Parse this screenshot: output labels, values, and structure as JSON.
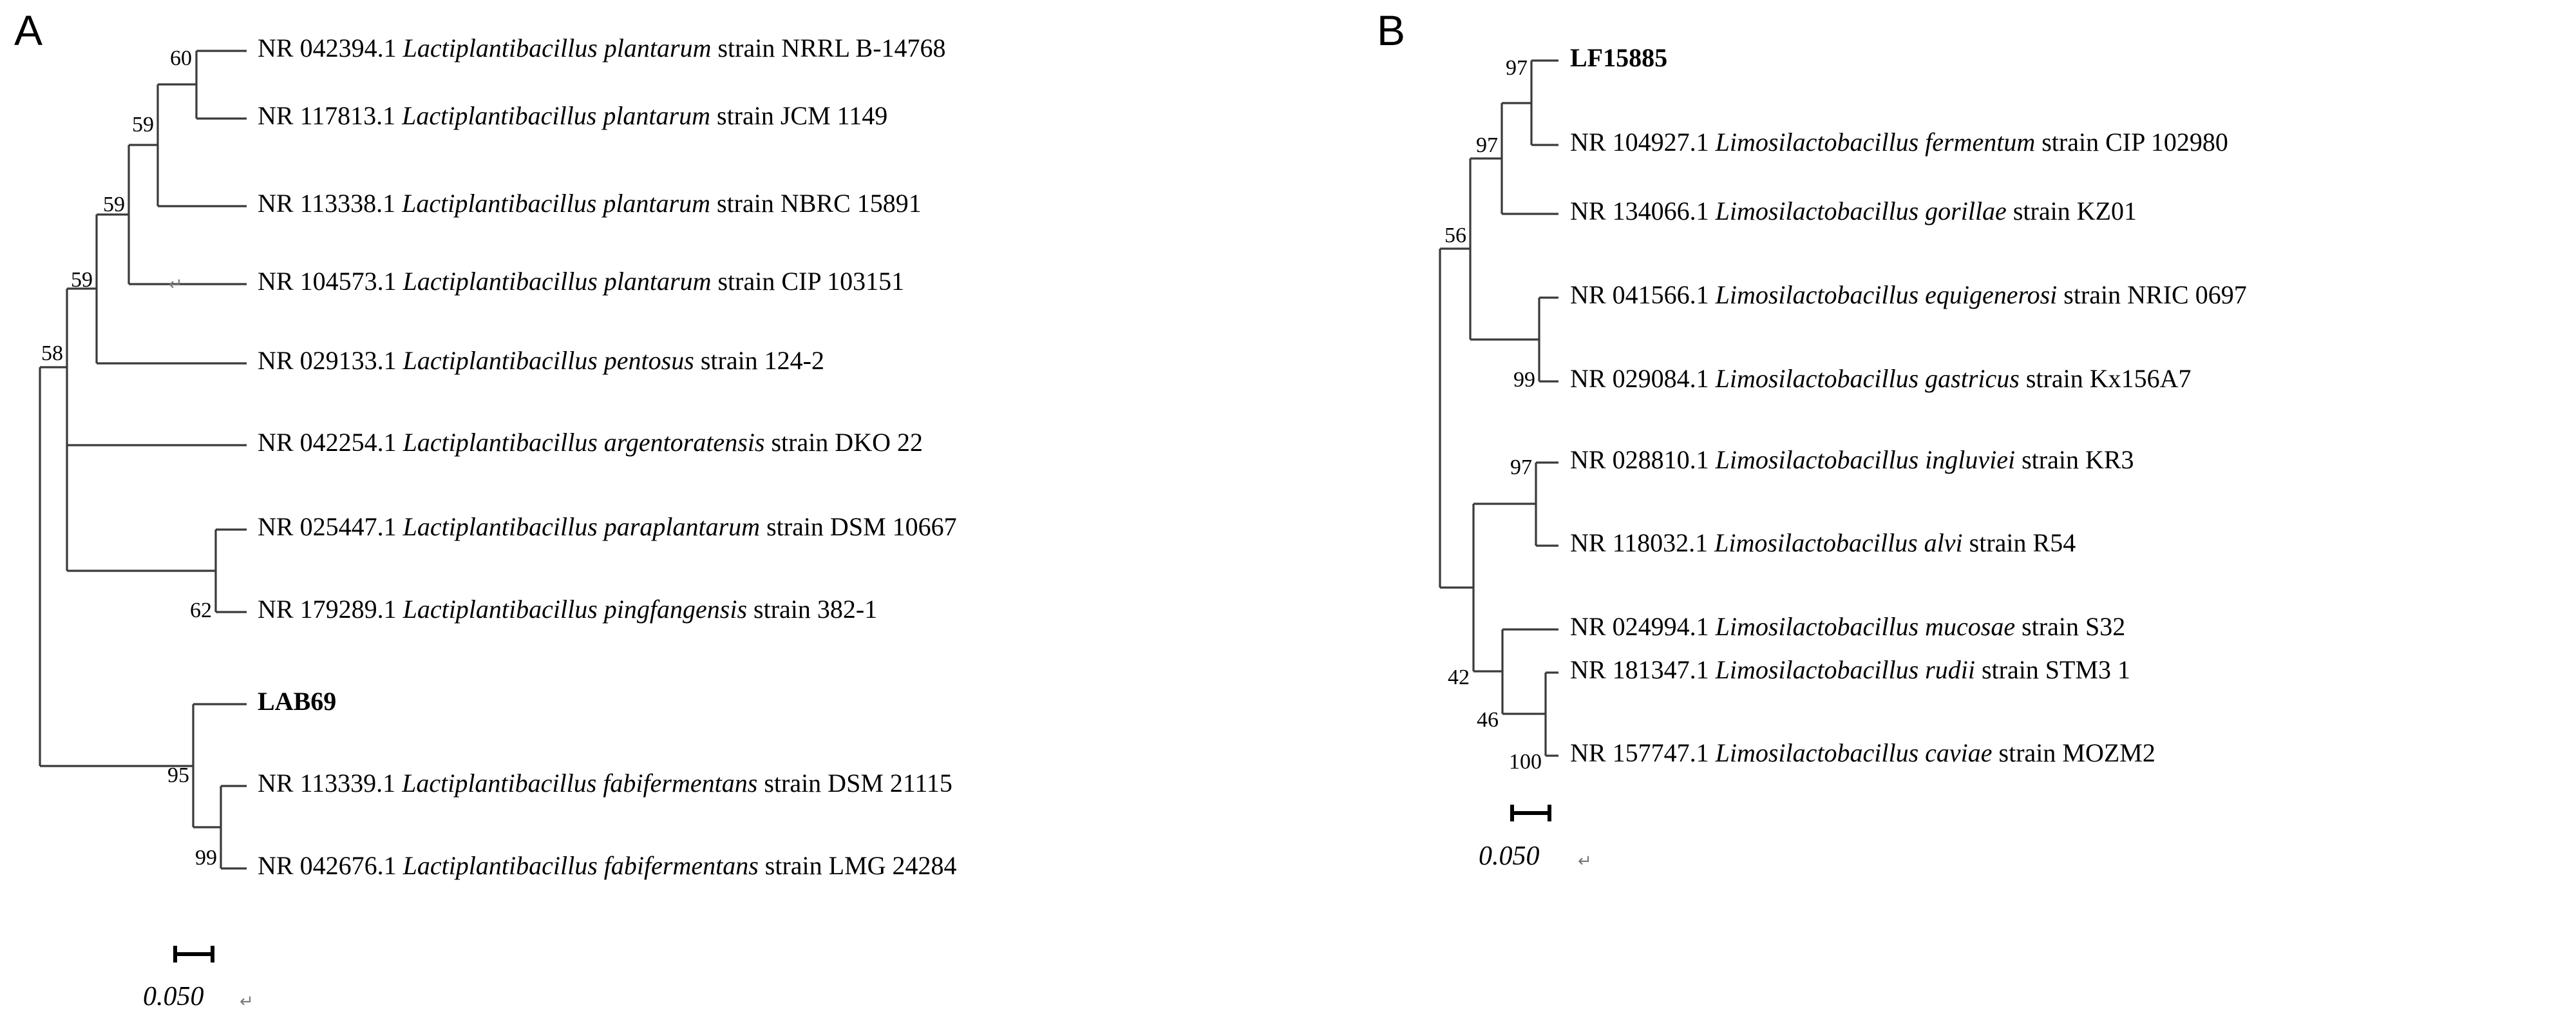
{
  "figure": {
    "type": "phylogenetic-tree-figure",
    "panel_count": 2
  },
  "panel_a": {
    "letter": "A",
    "scale_bar": {
      "label": "0.050",
      "value": 0.05
    },
    "tips": [
      {
        "accession": "NR 042394.1",
        "species": "Lactiplantibacillus plantarum",
        "strain": "strain NRRL B-14768",
        "bold": false
      },
      {
        "accession": "NR 117813.1",
        "species": "Lactiplantibacillus plantarum",
        "strain": "strain JCM 1149",
        "bold": false
      },
      {
        "accession": "NR 113338.1",
        "species": "Lactiplantibacillus plantarum",
        "strain": "strain NBRC 15891",
        "bold": false
      },
      {
        "accession": "NR 104573.1",
        "species": "Lactiplantibacillus plantarum",
        "strain": "strain CIP 103151",
        "bold": false
      },
      {
        "accession": "NR 029133.1",
        "species": "Lactiplantibacillus pentosus",
        "strain": "strain 124-2",
        "bold": false
      },
      {
        "accession": "NR 042254.1",
        "species": "Lactiplantibacillus argentoratensis",
        "strain": "strain DKO 22",
        "bold": false
      },
      {
        "accession": "NR 025447.1",
        "species": "Lactiplantibacillus paraplantarum",
        "strain": "strain DSM 10667",
        "bold": false
      },
      {
        "accession": "NR 179289.1",
        "species": "Lactiplantibacillus pingfangensis",
        "strain": "strain 382-1",
        "bold": false
      },
      {
        "accession": "",
        "species": "",
        "strain": "LAB69",
        "bold": true
      },
      {
        "accession": "NR 113339.1",
        "species": "Lactiplantibacillus fabifermentans",
        "strain": "strain DSM 21115",
        "bold": false
      },
      {
        "accession": "NR 042676.1",
        "species": "Lactiplantibacillus fabifermentans",
        "strain": "strain LMG 24284",
        "bold": false
      }
    ],
    "bootstraps": [
      "60",
      "59",
      "59",
      "59",
      "58",
      "62",
      "95",
      "99"
    ]
  },
  "panel_b": {
    "letter": "B",
    "scale_bar": {
      "label": "0.050",
      "value": 0.05
    },
    "tips": [
      {
        "accession": "",
        "species": "",
        "strain": "LF15885",
        "bold": true
      },
      {
        "accession": "NR 104927.1",
        "species": "Limosilactobacillus fermentum",
        "strain": "strain CIP 102980",
        "bold": false
      },
      {
        "accession": "NR 134066.1",
        "species": "Limosilactobacillus gorillae",
        "strain": "strain KZ01",
        "bold": false
      },
      {
        "accession": "NR 041566.1",
        "species": "Limosilactobacillus equigenerosi",
        "strain": "strain NRIC 0697",
        "bold": false
      },
      {
        "accession": "NR 029084.1",
        "species": "Limosilactobacillus gastricus",
        "strain": "strain Kx156A7",
        "bold": false
      },
      {
        "accession": "NR 028810.1",
        "species": "Limosilactobacillus ingluviei",
        "strain": "strain KR3",
        "bold": false
      },
      {
        "accession": "NR 118032.1",
        "species": "Limosilactobacillus alvi",
        "strain": "strain R54",
        "bold": false
      },
      {
        "accession": "NR 024994.1",
        "species": "Limosilactobacillus mucosae",
        "strain": "strain S32",
        "bold": false
      },
      {
        "accession": "NR 181347.1",
        "species": "Limosilactobacillus rudii",
        "strain": "strain STM3 1",
        "bold": false
      },
      {
        "accession": "NR 157747.1",
        "species": "Limosilactobacillus caviae",
        "strain": "strain MOZM2",
        "bold": false
      }
    ],
    "bootstraps": [
      "97",
      "97",
      "56",
      "99",
      "97",
      "42",
      "46",
      "100"
    ]
  },
  "chart_data": {
    "type": "tree",
    "title": "",
    "panels": [
      {
        "id": "A",
        "scale": 0.05,
        "taxa": [
          "NR 042394.1 Lactiplantibacillus plantarum strain NRRL B-14768",
          "NR 117813.1 Lactiplantibacillus plantarum strain JCM 1149",
          "NR 113338.1 Lactiplantibacillus plantarum strain NBRC 15891",
          "NR 104573.1 Lactiplantibacillus plantarum strain CIP 103151",
          "NR 029133.1 Lactiplantibacillus pentosus strain 124-2",
          "NR 042254.1 Lactiplantibacillus argentoratensis strain DKO 22",
          "NR 025447.1 Lactiplantibacillus paraplantarum strain DSM 10667",
          "NR 179289.1 Lactiplantibacillus pingfangensis strain 382-1",
          "LAB69",
          "NR 113339.1 Lactiplantibacillus fabifermentans strain DSM 21115",
          "NR 042676.1 Lactiplantibacillus fabifermentans strain LMG 24284"
        ],
        "query_taxon": "LAB69",
        "bootstrap_values": [
          60,
          59,
          59,
          59,
          58,
          62,
          95,
          99
        ]
      },
      {
        "id": "B",
        "scale": 0.05,
        "taxa": [
          "LF15885",
          "NR 104927.1 Limosilactobacillus fermentum strain CIP 102980",
          "NR 134066.1 Limosilactobacillus gorillae strain KZ01",
          "NR 041566.1 Limosilactobacillus equigenerosi strain NRIC 0697",
          "NR 029084.1 Limosilactobacillus gastricus strain Kx156A7",
          "NR 028810.1 Limosilactobacillus ingluviei strain KR3",
          "NR 118032.1 Limosilactobacillus alvi strain R54",
          "NR 024994.1 Limosilactobacillus mucosae strain S32",
          "NR 181347.1 Limosilactobacillus rudii strain STM3 1",
          "NR 157747.1 Limosilactobacillus caviae strain MOZM2"
        ],
        "query_taxon": "LF15885",
        "bootstrap_values": [
          97,
          97,
          56,
          99,
          97,
          42,
          46,
          100
        ]
      }
    ]
  }
}
